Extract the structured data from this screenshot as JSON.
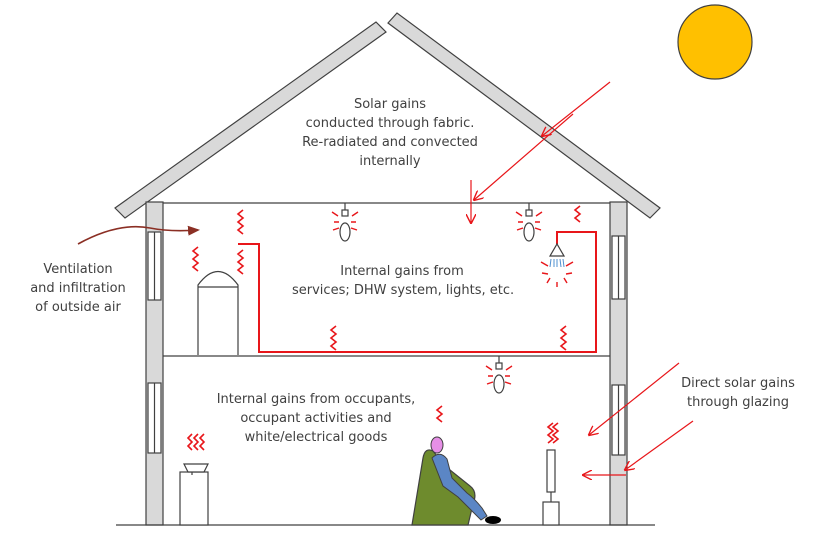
{
  "labels": {
    "solar_fabric": [
      "Solar gains",
      "conducted through fabric.",
      "Re-radiated and convected",
      "internally"
    ],
    "services": [
      "Internal gains from",
      "services; DHW system, lights, etc."
    ],
    "ventilation": [
      "Ventilation",
      "and infiltration",
      "of outside air"
    ],
    "occupants": [
      "Internal gains from occupants,",
      "occupant activities and",
      "white/electrical goods"
    ],
    "direct_solar": [
      "Direct solar gains",
      "through glazing"
    ]
  },
  "colors": {
    "sun": "#FFC000",
    "heat": "#E8161A",
    "arrow_brown": "#8B2F24",
    "wall_fill": "#D9D9D9",
    "outline": "#404040",
    "chair": "#6E8B2D",
    "occupant_body": "#5B86C5",
    "occupant_head": "#E68FE6",
    "shower_water": "#4F90D0"
  },
  "icons": [
    "sun-icon",
    "light-bulb-icon",
    "shower-icon",
    "radiator-icon",
    "armchair-icon",
    "occupant-icon",
    "stove-icon",
    "heat-wave-icon"
  ]
}
